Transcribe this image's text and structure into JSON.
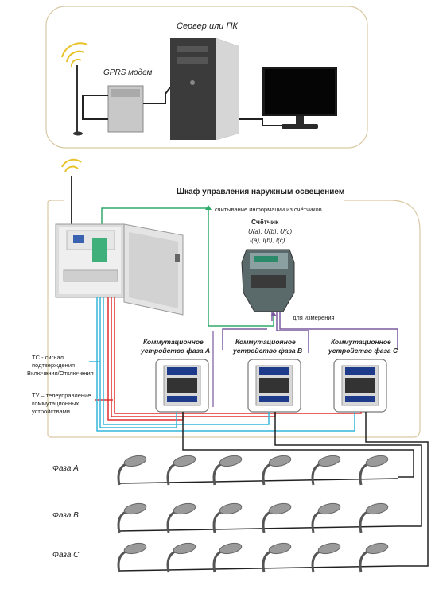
{
  "server": {
    "title": "Сервер или ПК",
    "modem_label": "GPRS  модем"
  },
  "cabinet": {
    "title": "Шкаф управления наружным освещением",
    "reading_note": "считывание информации   из счётчиков",
    "meter_title": "Счётчик",
    "meter_line1": "U(a),  U(b),  U(c)",
    "meter_line2": "I(a),  I(b),  I(c)",
    "measure_note": "для измерения",
    "ts_line1": "ТС - сигнал",
    "ts_line2": "подтверждения",
    "ts_line3": "Включения/Отключения",
    "tu_line1": "ТУ – телеуправление",
    "tu_line2": "коммутационных",
    "tu_line3": "устройствами",
    "switches": [
      {
        "line1": "Коммутационное",
        "line2": "устройство фаза А"
      },
      {
        "line1": "Коммутационное",
        "line2": "устройство фаза В"
      },
      {
        "line1": "Коммутационное",
        "line2": "устройство фаза С"
      }
    ]
  },
  "phases": [
    {
      "label": "Фаза А"
    },
    {
      "label": "Фаза В"
    },
    {
      "label": "Фаза С"
    }
  ],
  "colors": {
    "frame": "#d9c9a3",
    "green_wire": "#2eaa6a",
    "purple_wire": "#7a5aa0",
    "red_wire": "#e03030",
    "blue_wire": "#35b6dc",
    "yellow_signal": "#e8c22a"
  }
}
